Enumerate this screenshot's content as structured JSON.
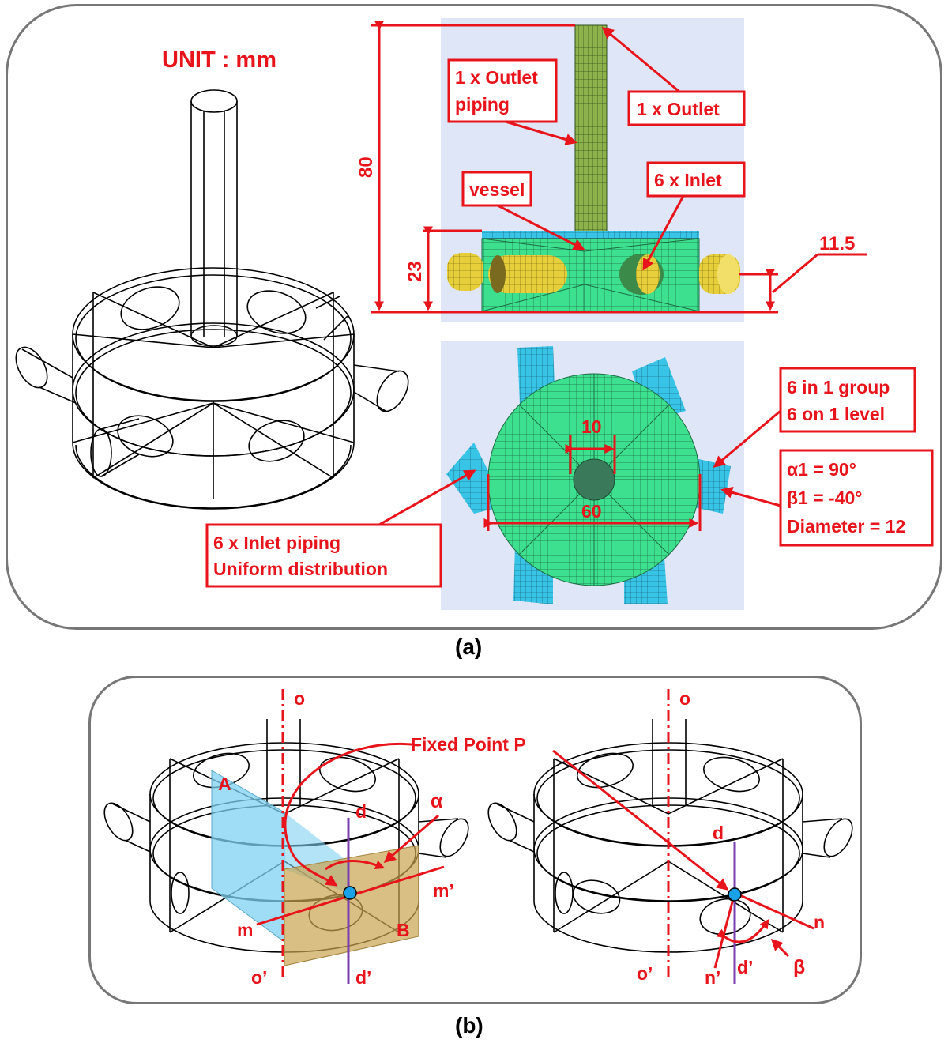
{
  "panel_a": {
    "unit": "UNIT : mm",
    "labels": {
      "outlet_piping_1": "1 x Outlet",
      "outlet_piping_2": "piping",
      "outlet": "1 x Outlet",
      "vessel": "vessel",
      "inlet": "6 x Inlet",
      "group_1": "6 in 1 group",
      "group_2": "6 on 1 level",
      "alpha": "α1 = 90°",
      "beta": "β1 = -40°",
      "diameter": "Diameter = 12",
      "inlet_piping_1": "6 x Inlet piping",
      "inlet_piping_2": "Uniform distribution"
    },
    "dimensions": {
      "height_total": "80",
      "height_vessel": "23",
      "inlet_height": "11.5",
      "outlet_diameter": "10",
      "vessel_diameter": "60"
    },
    "caption": "(a)"
  },
  "panel_b": {
    "fixed_point": "Fixed Point P",
    "left": {
      "o": "o",
      "o_prime": "o’",
      "d": "d",
      "d_prime": "d’",
      "m": "m",
      "m_prime": "m’",
      "A": "A",
      "B": "B",
      "alpha": "α"
    },
    "right": {
      "o": "o",
      "o_prime": "o’",
      "d": "d",
      "d_prime": "d’",
      "n": "n",
      "n_prime": "n’",
      "beta": "β"
    },
    "caption": "(b)"
  },
  "colors": {
    "accent_red": "#e8141b",
    "mesh_green": "#3de08f",
    "mesh_cyan": "#38c4e6",
    "mesh_yellow": "#e6cf3a",
    "plane_blue": "#7fd0f2",
    "plane_tan": "#c9a450",
    "axis_purple": "#7a3fb0",
    "point_blue": "#1aa2e8",
    "bg_panel": "#dfe6f8"
  }
}
